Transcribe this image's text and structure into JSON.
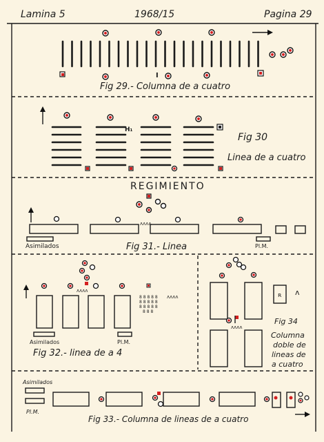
{
  "header": {
    "left": "Lamina 5",
    "center": "1968/15",
    "right": "Pagina 29"
  },
  "fig29": {
    "caption": "Fig 29.- Columna de a cuatro",
    "marker": "I"
  },
  "fig30": {
    "caption_line1": "Fig 30",
    "caption_line2": "Linea de a cuatro",
    "marker": "H₁"
  },
  "fig31": {
    "title": "REGIMIENTO",
    "caption": "Fig 31.- Linea",
    "left_label": "Asimilados",
    "right_label": "Pl.M."
  },
  "fig32": {
    "caption": "Fig 32.- linea de a 4",
    "left_label": "Asimilados",
    "right_label": "Pl.M."
  },
  "fig34": {
    "title": "Fig 34",
    "caption_lines": [
      "Columna",
      "doble de",
      "lineas de",
      "a cuatro"
    ]
  },
  "fig33": {
    "caption": "Fig 33.- Columna de lineas de a cuatro",
    "left_label_top": "Asimilados",
    "left_label_bottom": "Pl.M."
  },
  "colors": {
    "paper": "#fbf4e2",
    "ink": "#1a1a1a",
    "marker_red": "#d42020"
  }
}
